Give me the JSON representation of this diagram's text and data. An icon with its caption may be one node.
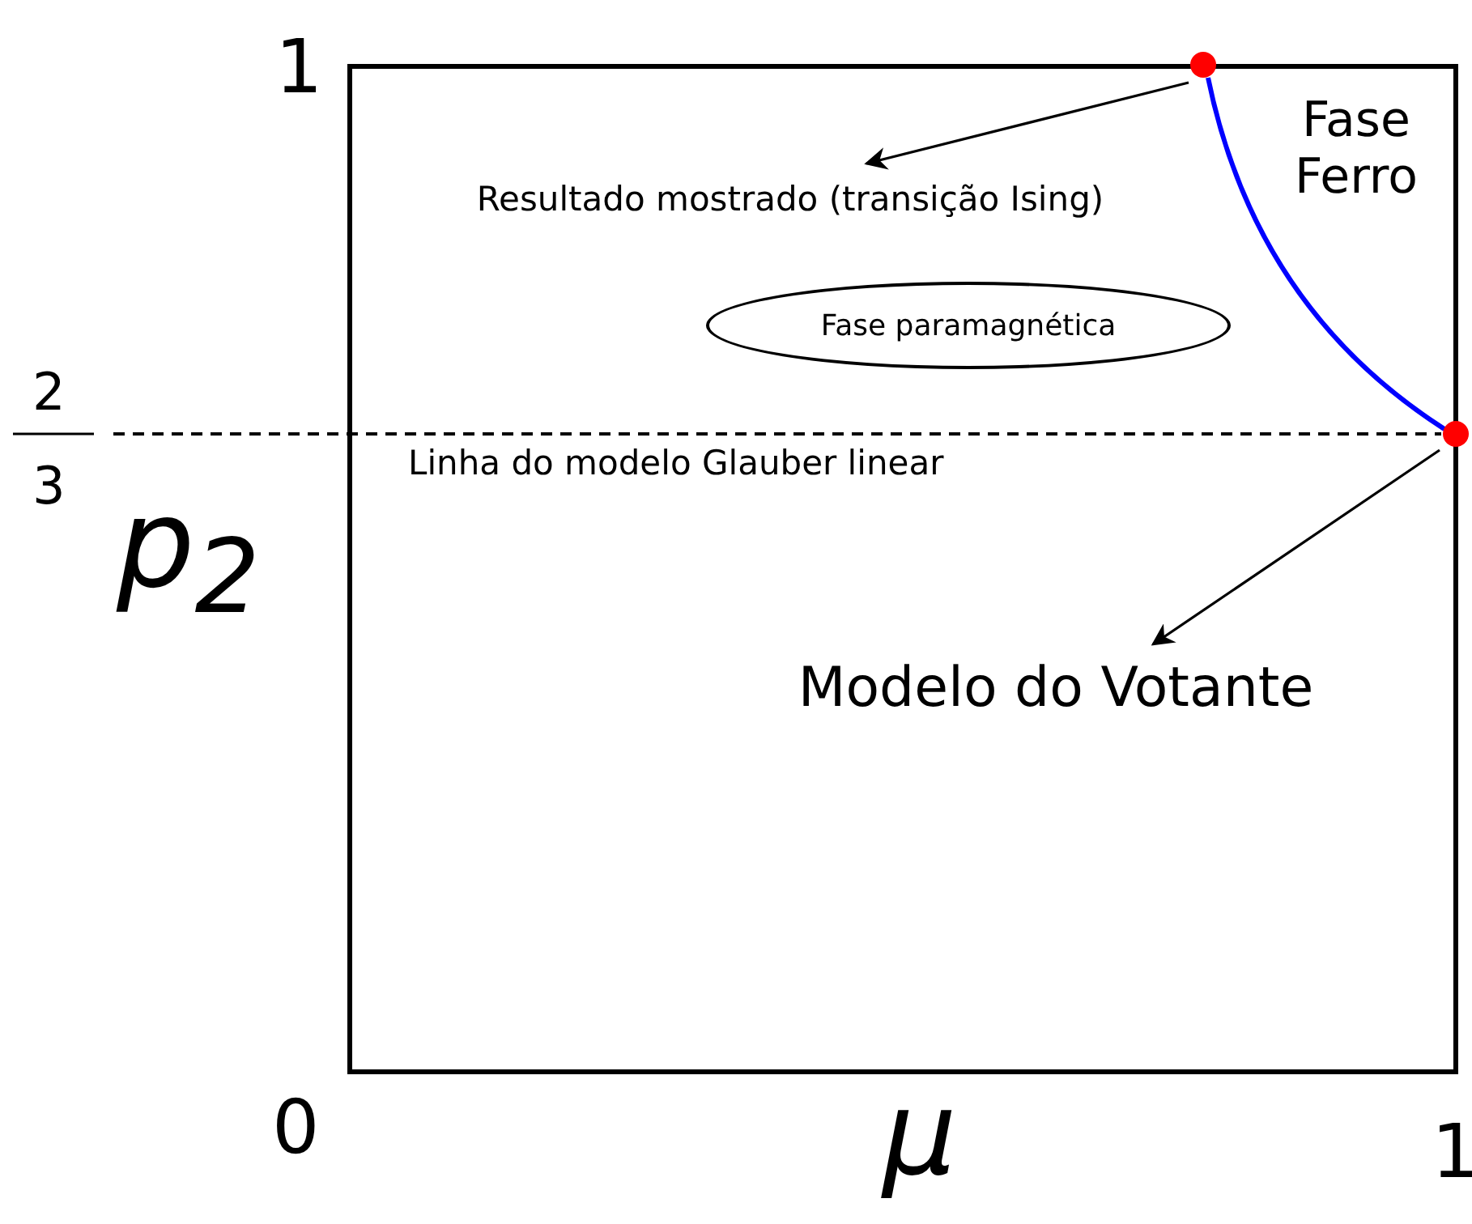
{
  "diagram": {
    "nodes": [
      {
        "text": [],
        "shape": "circle"
      },
      {
        "text": [
          "Resultado mostrado (transição Ising)"
        ]
      },
      {
        "text": [
          "Fase paramagnética"
        ]
      },
      {
        "text": [],
        "shape": "circle"
      },
      {
        "text": [
          "Modelo do Votante"
        ]
      }
    ],
    "edges": [
      {
        "from": 0,
        "to": 1,
        "arrow": "to"
      },
      {
        "from": 0,
        "to": 3,
        "arrow": "none",
        "color": "#0000ff"
      },
      {
        "from": 3,
        "to": 4,
        "arrow": "to"
      }
    ],
    "labels": [
      "1",
      "Fase Ferro",
      "2",
      "3",
      "p$_{2}$",
      "Linha do modelo Glauber linear",
      "0",
      "1",
      "μ"
    ]
  }
}
